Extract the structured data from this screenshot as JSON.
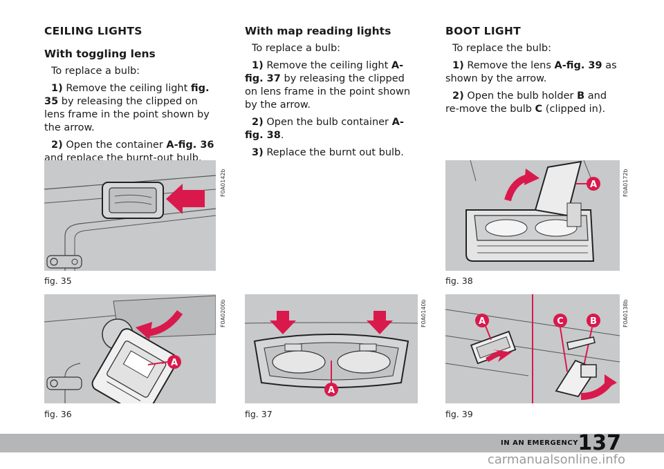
{
  "col1": {
    "heading": "CEILING LIGHTS",
    "subheading": "With toggling lens",
    "intro": "To replace a bulb:",
    "step1_num": "1)",
    "step1_a": "Remove the ceiling light ",
    "step1_ref": "fig. 35",
    "step1_b": " by releasing the clipped on lens frame in the point shown by the arrow.",
    "step2_num": "2)",
    "step2_a": "Open the container ",
    "step2_ref": "A-fig. 36",
    "step2_b": " and replace the burnt-out bulb."
  },
  "col2": {
    "subheading": "With map reading lights",
    "intro": "To replace a bulb:",
    "step1_num": "1)",
    "step1_a": "Remove the ceiling light ",
    "step1_ref": "A-fig. 37",
    "step1_b": " by releasing the clipped on lens frame in the point shown by the arrow.",
    "step2_num": "2)",
    "step2_a": "Open the bulb container ",
    "step2_ref": "A-fig. 38",
    "step2_b": ".",
    "step3_num": "3)",
    "step3_a": "Replace the burnt out bulb."
  },
  "col3": {
    "heading": "BOOT LIGHT",
    "intro": "To replace the bulb:",
    "step1_num": "1)",
    "step1_a": "Remove the lens ",
    "step1_ref": "A-fig. 39",
    "step1_b": " as shown by the arrow.",
    "step2_num": "2)",
    "step2_a": "Open the bulb holder ",
    "step2_ref_b": "B",
    "step2_mid": " and re-move the bulb ",
    "step2_ref_c": "C",
    "step2_b": " (clipped in)."
  },
  "figures": {
    "fig35": {
      "caption": "fig. 35",
      "code": "F0A0142b"
    },
    "fig36": {
      "caption": "fig. 36",
      "code": "F0A0200b",
      "label_a": "A"
    },
    "fig37": {
      "caption": "fig. 37",
      "code": "F0A0140b",
      "label_a": "A"
    },
    "fig38": {
      "caption": "fig. 38",
      "code": "F0A0172b",
      "label_a": "A"
    },
    "fig39": {
      "caption": "fig. 39",
      "code": "F0A0138b",
      "label_a": "A",
      "label_b": "B",
      "label_c": "C"
    }
  },
  "footer": {
    "section": "IN AN EMERGENCY",
    "page_number": "137",
    "watermark": "carmanualsonline.info"
  },
  "colors": {
    "figure_bg": "#c7c9cb",
    "accent_red": "#d9194c",
    "footer_bar": "#b5b6b8"
  }
}
